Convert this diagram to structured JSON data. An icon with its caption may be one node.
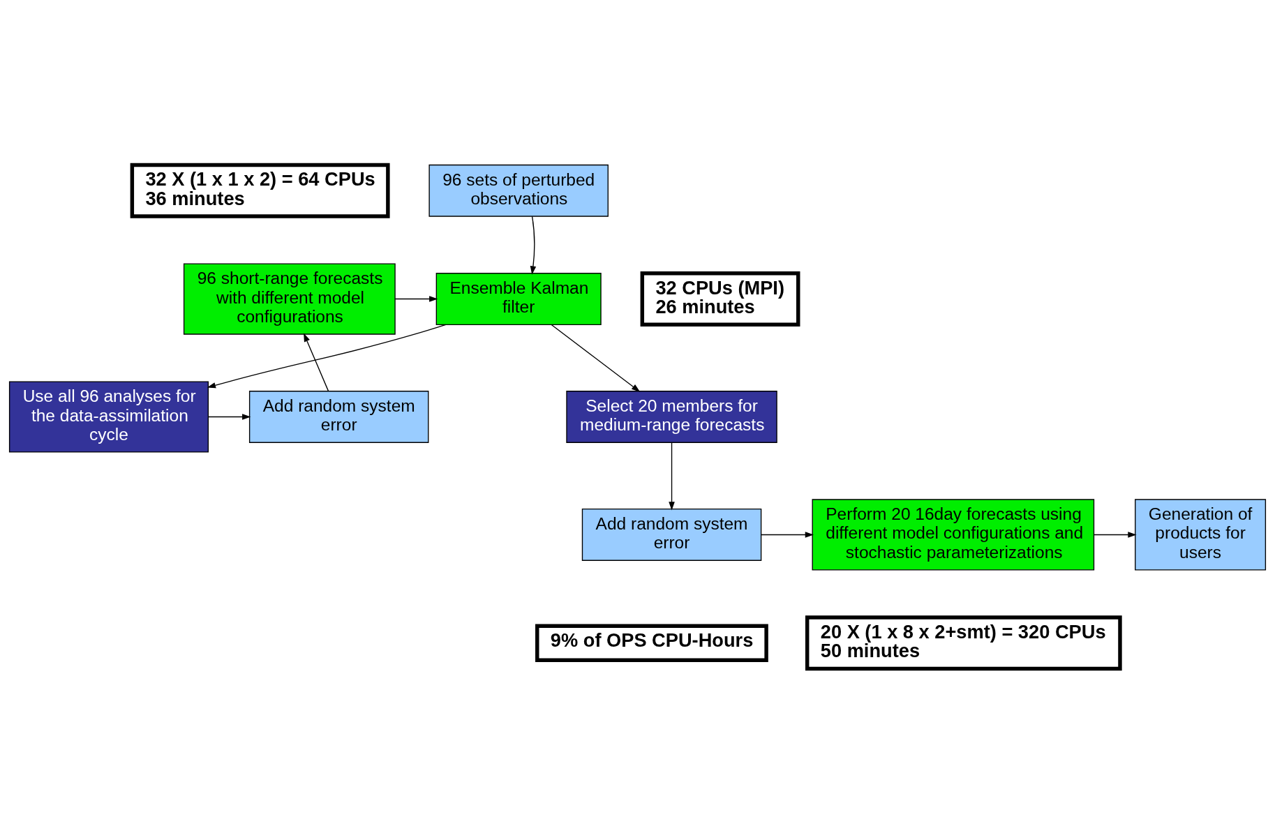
{
  "diagram": {
    "nodes": [
      {
        "text": [
          "32 X (1 x 1 x 2) = 64 CPUs",
          "36 minutes"
        ]
      },
      {
        "text": [
          "96 sets of perturbed observations"
        ]
      },
      {
        "text": [
          "96 short-range forecasts with different model configurations"
        ]
      },
      {
        "text": [
          "Ensemble Kalman filter"
        ]
      },
      {
        "text": [
          "32 CPUs (MPI)",
          "26 minutes"
        ]
      },
      {
        "text": [
          "Add random system error"
        ]
      },
      {
        "text": [
          "Use all 96 analyses for the data-assimilation cycle"
        ]
      },
      {
        "text": [
          "Select 20 members for medium-range forecasts"
        ]
      },
      {
        "text": [
          "Generation of products for users"
        ]
      },
      {
        "text": [
          "Perform 20 16day forecasts using different model configurations and stochastic parameterizations"
        ]
      },
      {
        "text": [
          "Add random system error"
        ]
      },
      {
        "text": [
          "20 X (1 x 8 x 2+smt) = 320 CPUs",
          "50 minutes"
        ]
      },
      {
        "text": [
          "9% of OPS CPU-Hours"
        ]
      }
    ],
    "edges": [
      {
        "from": 1,
        "to": 3,
        "arrow": "to"
      },
      {
        "from": 2,
        "to": 3,
        "arrow": "to"
      },
      {
        "from": 3,
        "to": 6,
        "arrow": "to"
      },
      {
        "from": 3,
        "to": 7,
        "arrow": "to"
      },
      {
        "from": 6,
        "to": 5,
        "arrow": "to"
      },
      {
        "from": 5,
        "to": 2,
        "arrow": "to"
      },
      {
        "from": 7,
        "to": 10,
        "arrow": "to"
      },
      {
        "from": 10,
        "to": 9,
        "arrow": "to"
      },
      {
        "from": 9,
        "to": 8,
        "arrow": "to"
      }
    ]
  }
}
